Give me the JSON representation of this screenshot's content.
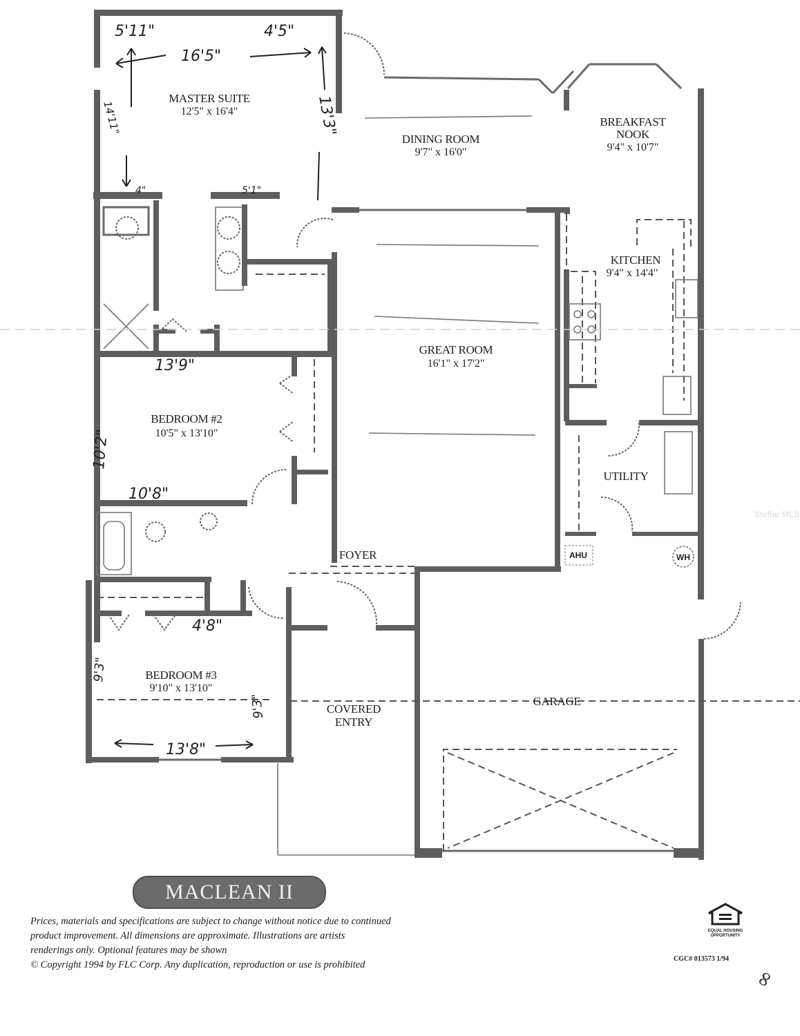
{
  "plan": {
    "model_name": "MACLEAN II",
    "rooms": [
      {
        "id": "master-suite",
        "name": "MASTER SUITE",
        "dims": "12'5\" x 16'4\""
      },
      {
        "id": "dining-room",
        "name": "DINING ROOM",
        "dims": "9'7\" x 16'0\""
      },
      {
        "id": "breakfast-nook",
        "name": "BREAKFAST",
        "name2": "NOOK",
        "dims": "9'4\" x 10'7\""
      },
      {
        "id": "kitchen",
        "name": "KITCHEN",
        "dims": "9'4\" x 14'4\""
      },
      {
        "id": "great-room",
        "name": "GREAT ROOM",
        "dims": "16'1\" x 17'2\""
      },
      {
        "id": "bedroom-2",
        "name": "BEDROOM #2",
        "dims": "10'5\" x 13'10\""
      },
      {
        "id": "utility",
        "name": "UTILITY"
      },
      {
        "id": "foyer",
        "name": "FOYER"
      },
      {
        "id": "bedroom-3",
        "name": "BEDROOM #3",
        "dims": "9'10\" x 13'10\""
      },
      {
        "id": "covered-entry",
        "name": "COVERED",
        "name2": "ENTRY"
      },
      {
        "id": "garage",
        "name": "GARAGE"
      }
    ],
    "fixtures": {
      "ahu": "AHU",
      "wh": "WH"
    },
    "handwritten": {
      "master_top_left": "5'11\"",
      "master_top_right": "4'5\"",
      "master_width": "16'5\"",
      "master_right": "13'3\"",
      "master_left": "14'11\"",
      "master_bottom_left": "4\"",
      "master_bottom_mid": "5'1\"",
      "bed2_top": "13'9\"",
      "bed2_left": "10'2\"",
      "bed2_bottom": "10'8\"",
      "bed3_closet": "4'8\"",
      "bed3_left": "9'3\"",
      "bed3_right": "9'3\"",
      "bed3_bottom": "13'8\""
    }
  },
  "footer": {
    "disclaimer_lines": [
      "Prices, materials and specifications are subject to change without notice due to continued",
      "product improvement.  All dimensions are approximate.  Illustrations are artists",
      "renderings only.  Optional features may be shown",
      "© Copyright 1994 by FLC Corp.  Any duplication, reproduction or use is prohibited"
    ],
    "equal_housing": "EQUAL HOUSING OPPORTUNITY",
    "license_code": "CGC# 013573  1/94",
    "watermark": "Stellar MLS"
  }
}
